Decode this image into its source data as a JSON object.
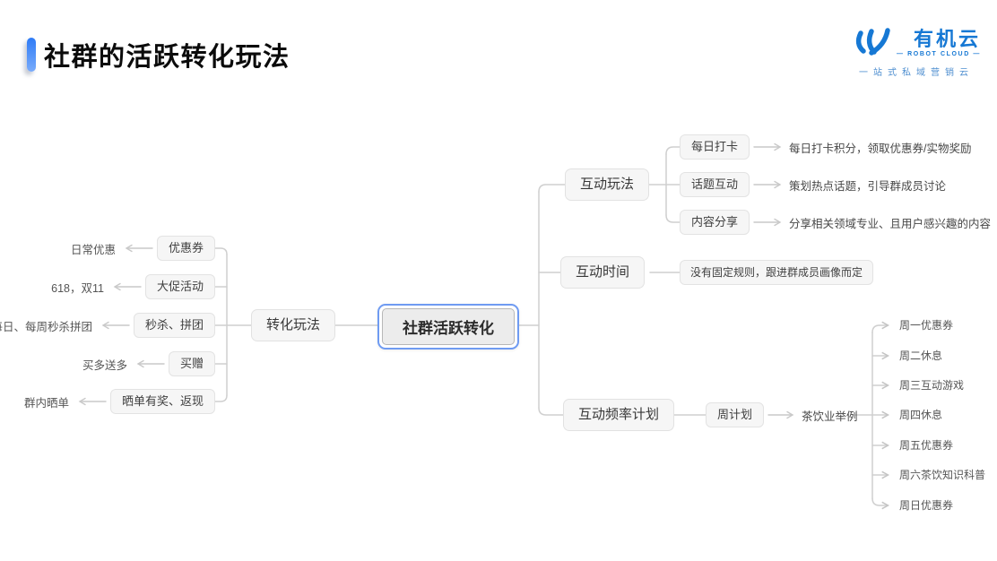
{
  "header": {
    "title": "社群的活跃转化玩法"
  },
  "logo": {
    "name": "有机云",
    "subtitle": "— ROBOT CLOUD —",
    "tagline": "一站式私域营销云"
  },
  "mindmap": {
    "root": "社群活跃转化",
    "left": {
      "parent": "转化玩法",
      "items": [
        {
          "label": "日常优惠",
          "node": "优惠券"
        },
        {
          "label": "618，双11",
          "node": "大促活动"
        },
        {
          "label": "每日、每周秒杀拼团",
          "node": "秒杀、拼团"
        },
        {
          "label": "买多送多",
          "node": "买赠"
        },
        {
          "label": "群内晒单",
          "node": "晒单有奖、返现"
        }
      ]
    },
    "right": {
      "interaction_play": {
        "parent": "互动玩法",
        "children": [
          {
            "node": "每日打卡",
            "desc": "每日打卡积分，领取优惠券/实物奖励"
          },
          {
            "node": "话题互动",
            "desc": "策划热点话题，引导群成员讨论"
          },
          {
            "node": "内容分享",
            "desc": "分享相关领域专业、且用户感兴趣的内容"
          }
        ]
      },
      "interaction_time": {
        "parent": "互动时间",
        "note": "没有固定规则，跟进群成员画像而定"
      },
      "frequency": {
        "parent": "互动频率计划",
        "plan": "周计划",
        "example": "茶饮业举例",
        "week": [
          "周一优惠券",
          "周二休息",
          "周三互动游戏",
          "周四休息",
          "周五优惠券",
          "周六茶饮知识科普",
          "周日优惠券"
        ]
      }
    }
  },
  "colors": {
    "brand_blue": "#1678d4",
    "accent_bar": "#2e7bf6",
    "root_border": "#6f9bf2",
    "node_fill": "#f6f6f6",
    "node_border": "#e3e3e3",
    "connector": "#cfcfcf"
  }
}
